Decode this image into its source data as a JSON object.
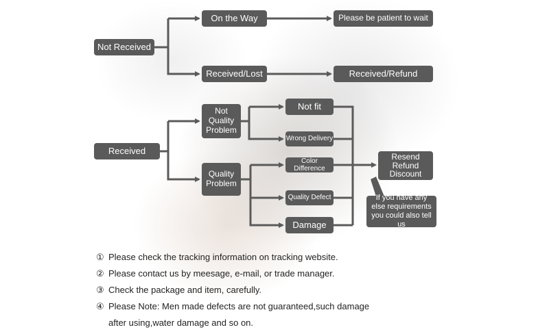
{
  "nodes": {
    "not_received": "Not Received",
    "on_the_way": "On the Way",
    "patient": "Please be patient to wait",
    "received_lost": "Received/Lost",
    "received_refund": "Received/Refund",
    "received": "Received",
    "not_quality_problem": "Not\nQuality\nProblem",
    "quality_problem": "Quality\nProblem",
    "not_fit": "Not fit",
    "wrong_delivery": "Wrong Delivery",
    "color_difference": "Color Difference",
    "quality_defect": "Quality Defect",
    "damage": "Damage",
    "resend": "Resend\nRefund\nDiscount",
    "requirements": "If you have any else requirements you could also tell us"
  },
  "notes": [
    {
      "num": "①",
      "text": "Please check the tracking information on tracking website."
    },
    {
      "num": "②",
      "text": "Please contact us by meesage, e-mail, or trade manager."
    },
    {
      "num": "③",
      "text": "Check the package and item, carefully."
    },
    {
      "num": "④",
      "text": "Please Note: Men made defects  are not guaranteed,such damage"
    }
  ],
  "notes_continuation": "after using,water damage and so on.",
  "colors": {
    "box": "#5a5a5a",
    "arrow": "#5a5a5a",
    "text": "#ffffff"
  }
}
